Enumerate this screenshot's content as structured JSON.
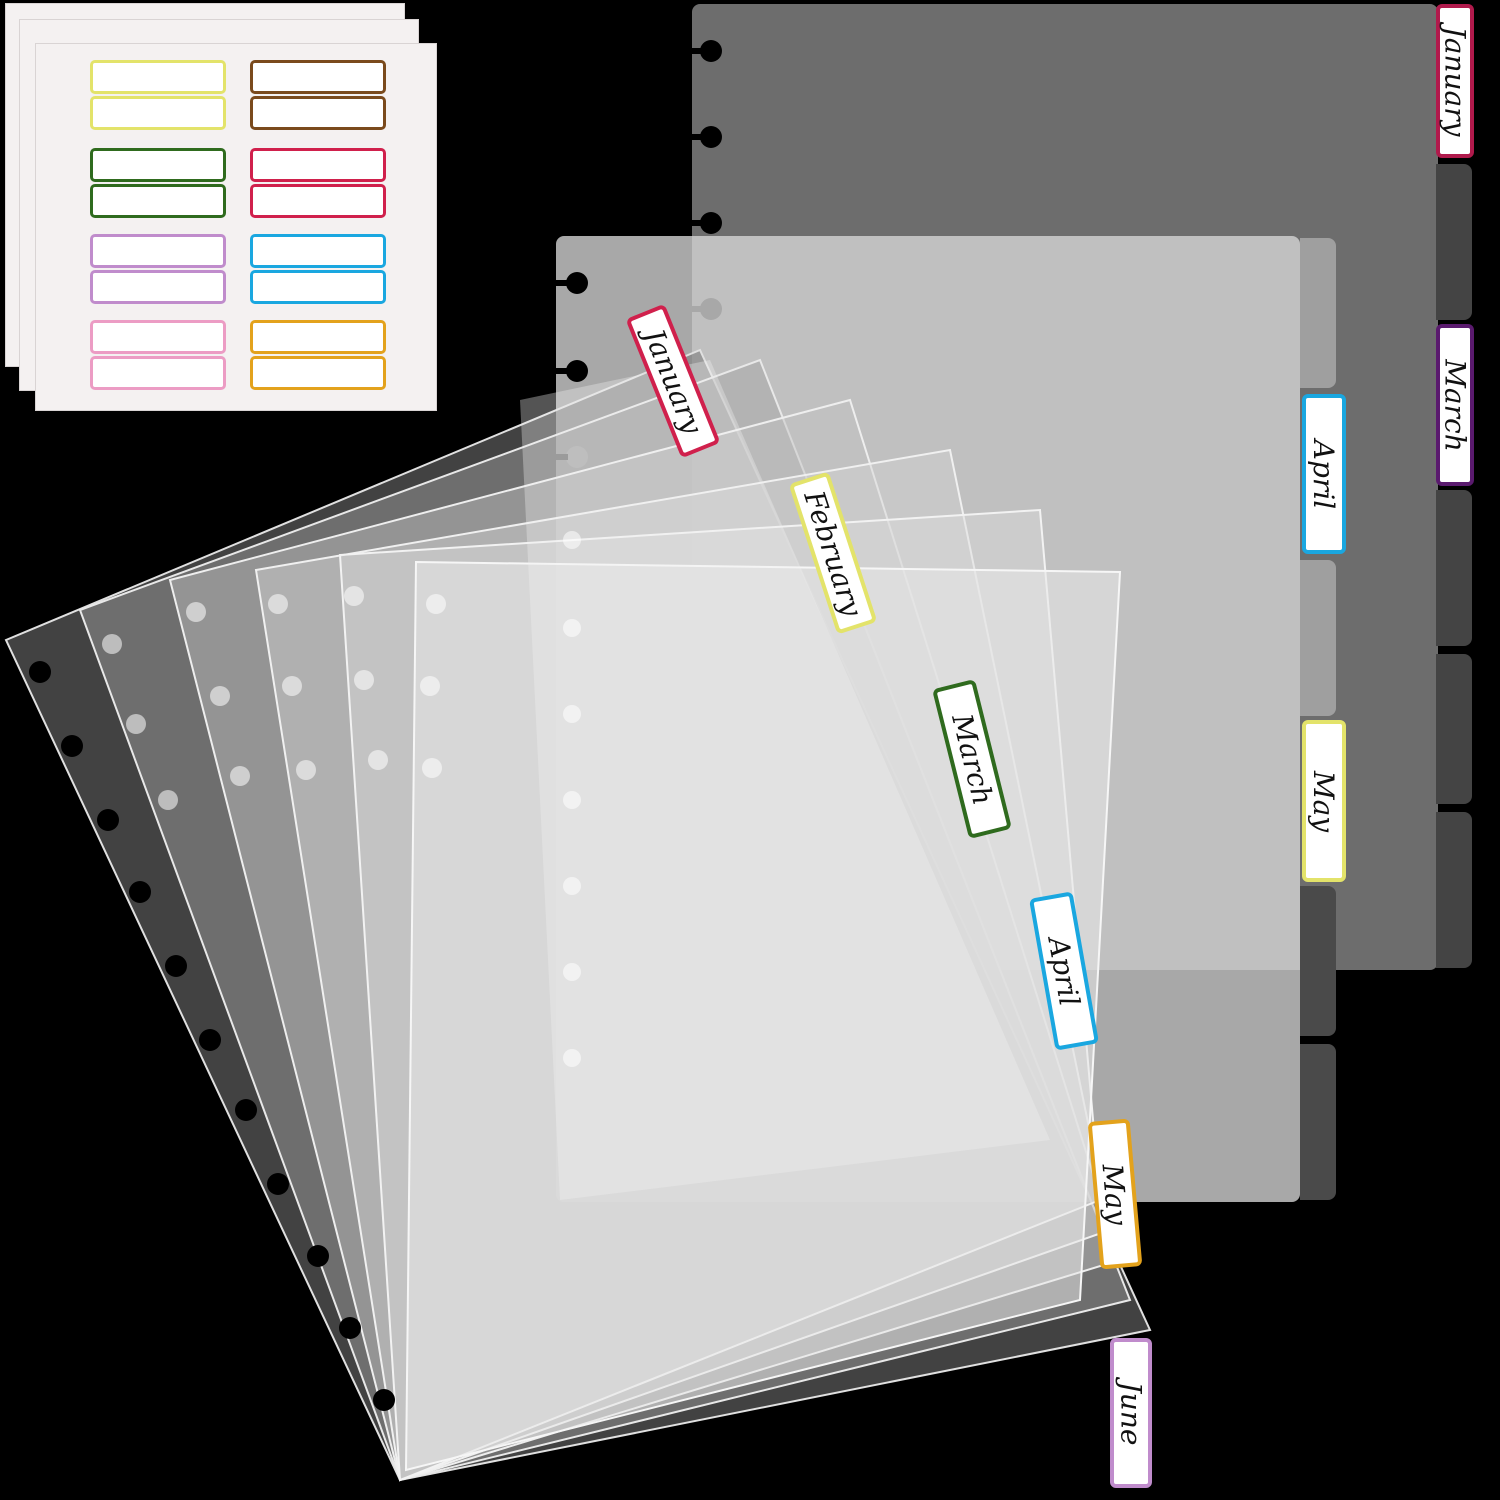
{
  "colors": {
    "background": "#000000",
    "sheet": "#f4f1f1",
    "yellow": "#e3e36a",
    "brown": "#7a4a1c",
    "green": "#2f6b1e",
    "crimson": "#d0204c",
    "lilac": "#c08ccc",
    "cyan": "#1aa7e0",
    "pink": "#ec9cc4",
    "gold": "#e3a21c",
    "purple": "#5a1a6e"
  },
  "back_divider": {
    "tabs": [
      {
        "label": "January",
        "color": "#b01a4c"
      },
      {
        "label": "March",
        "color": "#5a1a6e"
      }
    ]
  },
  "middle_divider": {
    "tabs": [
      {
        "label": "April",
        "color": "#1aa7e0"
      },
      {
        "label": "May",
        "color": "#e3e36a"
      }
    ]
  },
  "fan_dividers": {
    "tabs": [
      {
        "label": "January",
        "color": "#d0204c"
      },
      {
        "label": "February",
        "color": "#e3e36a"
      },
      {
        "label": "March",
        "color": "#2f6b1e"
      },
      {
        "label": "April",
        "color": "#1aa7e0"
      },
      {
        "label": "May",
        "color": "#e3a21c"
      },
      {
        "label": "June",
        "color": "#c08ccc"
      }
    ]
  }
}
